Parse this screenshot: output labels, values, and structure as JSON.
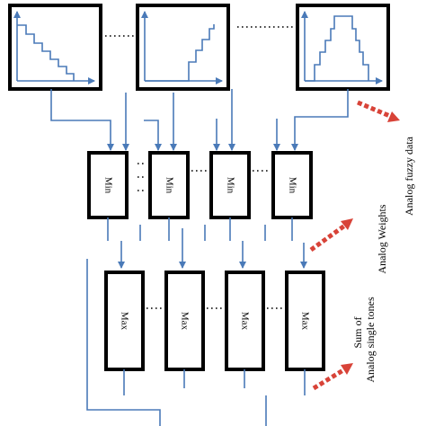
{
  "diagram": {
    "min_label": "Min",
    "max_label": "Max",
    "labels": {
      "fuzzy": "Analog fuzzy data",
      "weights": "Analog Weights",
      "sum_line1": "Sum of",
      "sum_line2": "Analog single tones"
    }
  },
  "colors": {
    "wire": "#4a7ab8",
    "box": "#000000",
    "annotation_arrow": "#d84338"
  }
}
